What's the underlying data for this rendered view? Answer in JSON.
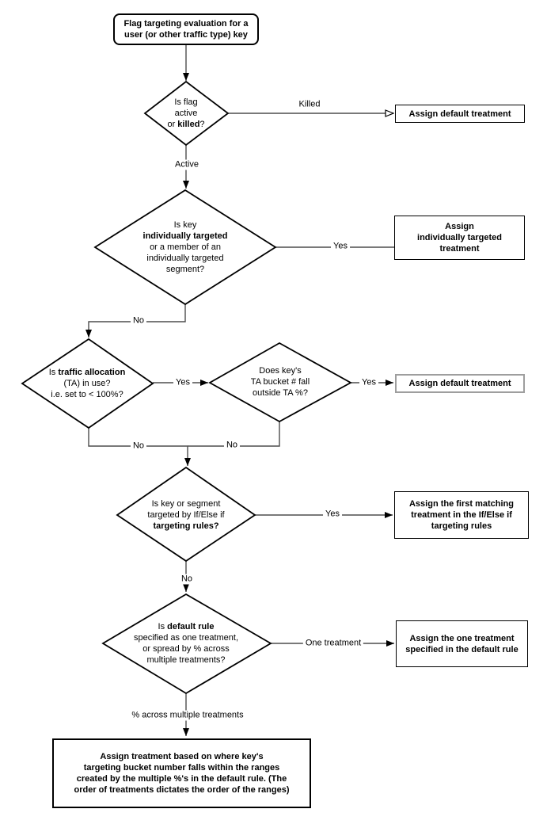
{
  "diagram": {
    "colors": {
      "background": "#ffffff",
      "shape_stroke": "#000000",
      "edge_stroke": "#4d4d4d",
      "arrow_fill": "#000000",
      "alt_box_border": "#9e9e9e"
    },
    "nodes": {
      "start": {
        "lines": [
          [
            {
              "t": "Flag targeting evaluation for a"
            }
          ],
          [
            {
              "t": "user (or other traffic type) key"
            }
          ]
        ]
      },
      "d1": {
        "lines": [
          [
            {
              "t": "Is flag"
            }
          ],
          [
            {
              "t": "active"
            }
          ],
          [
            {
              "t": "or "
            },
            {
              "t": "killed",
              "b": true
            },
            {
              "t": "?"
            }
          ]
        ]
      },
      "box_default_1": {
        "lines": [
          [
            {
              "t": "Assign default treatment"
            }
          ]
        ]
      },
      "d2": {
        "lines": [
          [
            {
              "t": "Is key"
            }
          ],
          [
            {
              "t": "individually targeted",
              "b": true
            }
          ],
          [
            {
              "t": "or a member of an"
            }
          ],
          [
            {
              "t": "individually targeted"
            }
          ],
          [
            {
              "t": "segment?"
            }
          ]
        ]
      },
      "box_individual": {
        "lines": [
          [
            {
              "t": "Assign"
            }
          ],
          [
            {
              "t": "individually targeted"
            }
          ],
          [
            {
              "t": "treatment"
            }
          ]
        ]
      },
      "d3": {
        "lines": [
          [
            {
              "t": "Is "
            },
            {
              "t": "traffic allocation",
              "b": true
            }
          ],
          [
            {
              "t": "(TA) in use?"
            }
          ],
          [
            {
              "t": "i.e. set to < 100%?"
            }
          ]
        ]
      },
      "d4": {
        "lines": [
          [
            {
              "t": "Does key's"
            }
          ],
          [
            {
              "t": "TA bucket # fall"
            }
          ],
          [
            {
              "t": "outside TA %?"
            }
          ]
        ]
      },
      "box_default_2": {
        "lines": [
          [
            {
              "t": "Assign default treatment"
            }
          ]
        ]
      },
      "d5": {
        "lines": [
          [
            {
              "t": "Is key or segment"
            }
          ],
          [
            {
              "t": "targeted by If/Else if"
            }
          ],
          [
            {
              "t": "targeting rules?",
              "b": true
            }
          ]
        ]
      },
      "box_first_matching": {
        "lines": [
          [
            {
              "t": "Assign the first matching"
            }
          ],
          [
            {
              "t": "treatment in the If/Else if"
            }
          ],
          [
            {
              "t": "targeting rules"
            }
          ]
        ]
      },
      "d6": {
        "lines": [
          [
            {
              "t": "Is "
            },
            {
              "t": "default rule",
              "b": true
            }
          ],
          [
            {
              "t": "specified as one treatment,"
            }
          ],
          [
            {
              "t": "or spread by % across"
            }
          ],
          [
            {
              "t": "multiple treatments?"
            }
          ]
        ]
      },
      "box_one_treatment": {
        "lines": [
          [
            {
              "t": "Assign the one treatment"
            }
          ],
          [
            {
              "t": "specified in the default rule"
            }
          ]
        ]
      },
      "box_ranges": {
        "lines": [
          [
            {
              "t": "Assign treatment based on where key's"
            }
          ],
          [
            {
              "t": "targeting bucket number falls within the ranges"
            }
          ],
          [
            {
              "t": "created by the multiple %'s in the default rule. (The"
            }
          ],
          [
            {
              "t": "order of treatments dictates the order of the ranges)"
            }
          ]
        ]
      }
    },
    "edge_labels": {
      "killed": "Killed",
      "active": "Active",
      "yes_individually": "Yes",
      "no_individually": "No",
      "yes_traffic": "Yes",
      "yes_bucket": "Yes",
      "no_traffic": "No",
      "no_bucket": "No",
      "yes_rules": "Yes",
      "no_rules": "No",
      "one_treatment": "One treatment",
      "pct_multiple": "% across multiple treatments"
    }
  }
}
